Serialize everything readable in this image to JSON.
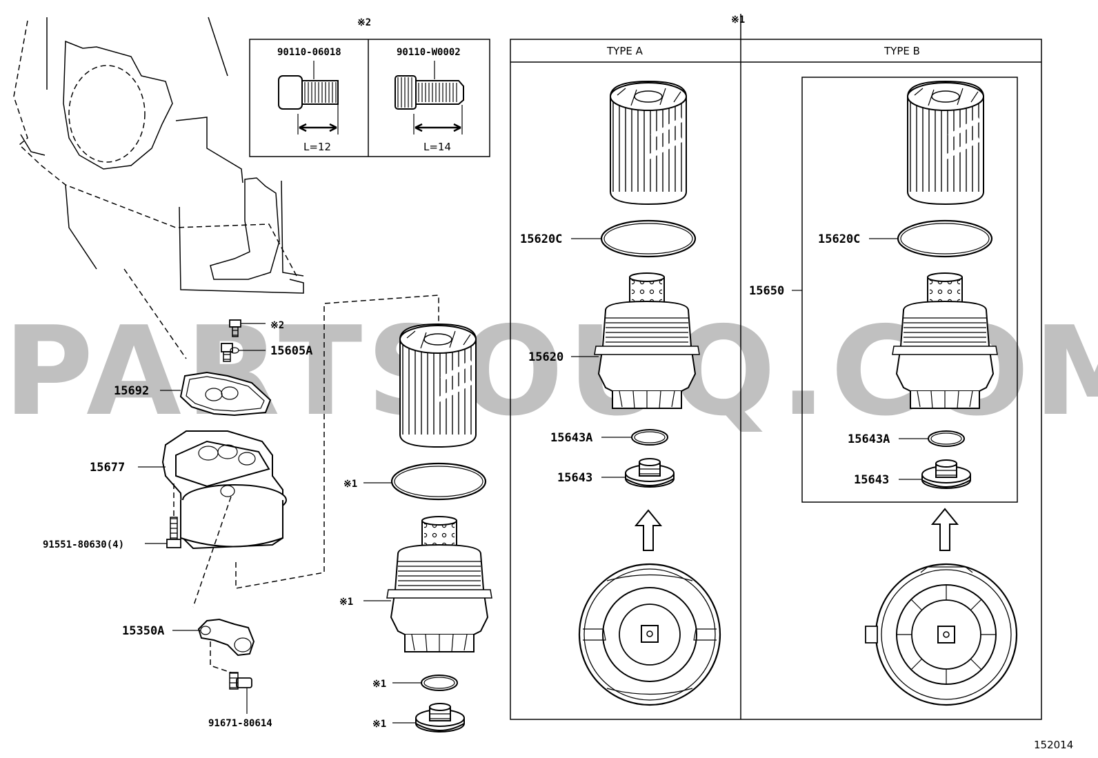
{
  "diagram_id": "152014",
  "watermark": "PARTSOUQ.COM",
  "notes": {
    "ref1": "※1",
    "ref2": "※2"
  },
  "bolt_box": {
    "bolt_a": {
      "part": "90110-06018",
      "length": "L=12"
    },
    "bolt_b": {
      "part": "90110-W0002",
      "length": "L=14"
    }
  },
  "type_headers": {
    "a": "TYPE A",
    "b": "TYPE B"
  },
  "left_parts": {
    "p15605A": "15605A",
    "p15692": "15692",
    "p15677": "15677",
    "p91551": "91551-80630(4)",
    "p15350A": "15350A",
    "p91671": "91671-80614",
    "ref2_bolt": "※2"
  },
  "middle_refs": {
    "oring": "※1",
    "housing": "※1",
    "small_ring": "※1",
    "plug": "※1"
  },
  "type_a_parts": {
    "p15620C": "15620C",
    "p15620": "15620",
    "p15643A": "15643A",
    "p15643": "15643"
  },
  "type_b_parts": {
    "p15650": "15650",
    "p15620C": "15620C",
    "p15643A": "15643A",
    "p15643": "15643"
  }
}
